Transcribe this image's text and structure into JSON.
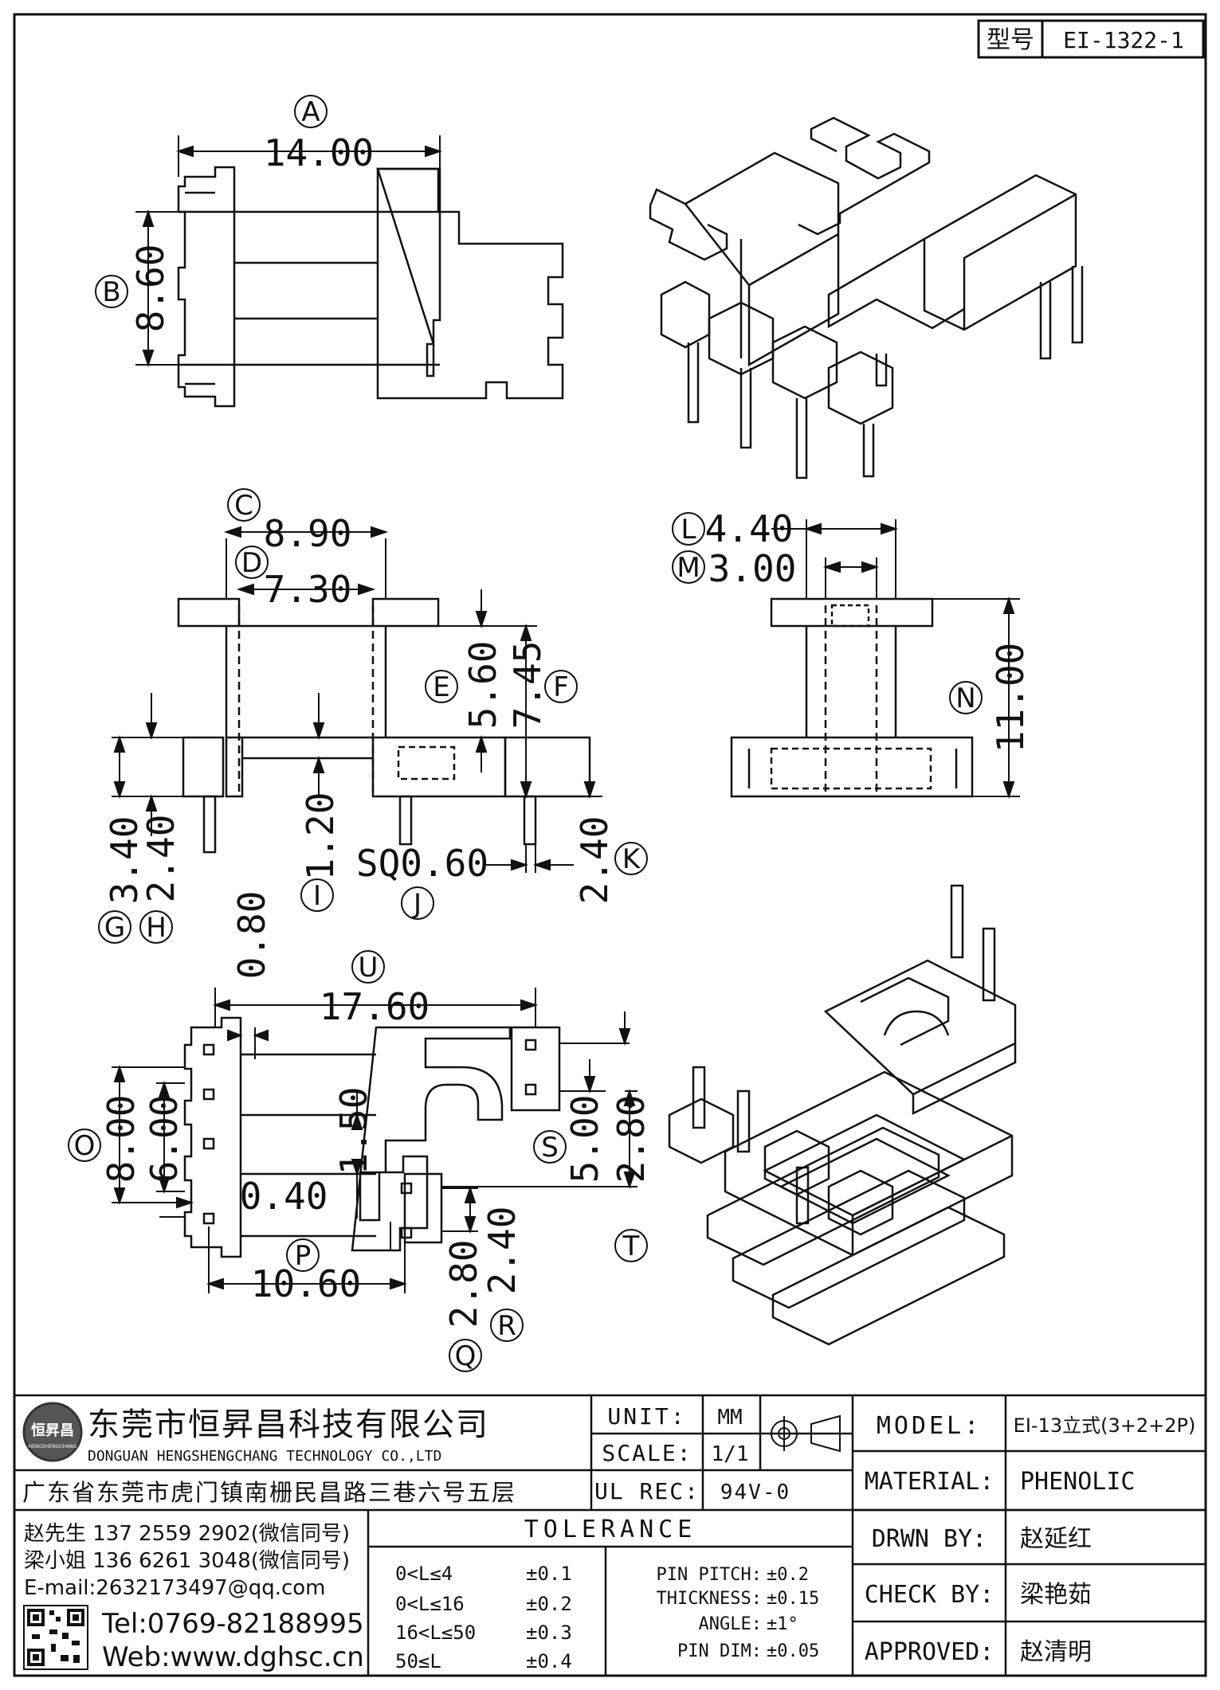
{
  "header": {
    "model_label": "型号",
    "model_code": "EI-1322-1"
  },
  "dims": {
    "A": {
      "tag": "A",
      "value": "14.00"
    },
    "B": {
      "tag": "B",
      "value": "8.60"
    },
    "C": {
      "tag": "C",
      "value": "8.90"
    },
    "D": {
      "tag": "D",
      "value": "7.30"
    },
    "E": {
      "tag": "E",
      "value": "5.60"
    },
    "F": {
      "tag": "F",
      "value": "7.45"
    },
    "G": {
      "tag": "G",
      "value": "3.40"
    },
    "H": {
      "tag": "H",
      "value": "2.40"
    },
    "I": {
      "tag": "I",
      "value": "1.20"
    },
    "J": {
      "tag": "J",
      "value": "SQ0.60"
    },
    "K": {
      "tag": "K",
      "value": "2.40"
    },
    "L": {
      "tag": "L",
      "value": "4.40"
    },
    "M": {
      "tag": "M",
      "value": "3.00"
    },
    "N": {
      "tag": "N",
      "value": "11.00"
    },
    "O": {
      "tag": "O",
      "value": "8.00"
    },
    "O2": {
      "value": "6.00"
    },
    "P": {
      "tag": "P",
      "value": "10.60"
    },
    "P2": {
      "value": "0.40"
    },
    "Q": {
      "tag": "Q",
      "value": "2.80"
    },
    "R": {
      "tag": "R",
      "value": "2.40"
    },
    "S": {
      "tag": "S",
      "value": "5.00"
    },
    "T": {
      "tag": "T",
      "value": "2.80"
    },
    "U": {
      "tag": "U",
      "value": "17.60"
    },
    "U2": {
      "value": "0.80"
    },
    "mid": {
      "value": "1.50"
    }
  },
  "company": {
    "name_cn": "东莞市恒昇昌科技有限公司",
    "name_en": "DONGUAN HENGSHENGCHANG TECHNOLOGY CO.,LTD",
    "address": "广东省东莞市虎门镇南栅民昌路三巷六号五层",
    "contact1": "赵先生 137 2559 2902(微信同号)",
    "contact2": "梁小姐 136 6261 3048(微信同号)",
    "email": "E-mail:2632173497@qq.com",
    "tel": "Tel:0769-82188995",
    "web": "Web:www.dghsc.cn",
    "logo_text": "恒昇昌",
    "logo_sub": "HENGSHENGCHANG"
  },
  "spec": {
    "unit_label": "UNIT:",
    "unit_value": "MM",
    "scale_label": "SCALE:",
    "scale_value": "1/1",
    "ulrec_label": "UL REC:",
    "ulrec_value": "94V-0",
    "model_label": "MODEL:",
    "model_value": "EI-13立式(3+2+2P)",
    "material_label": "MATERIAL:",
    "material_value": "PHENOLIC",
    "drwn_label": "DRWN BY:",
    "drwn_value": "赵延红",
    "check_label": "CHECK BY:",
    "check_value": "梁艳茹",
    "approved_label": "APPROVED:",
    "approved_value": "赵清明"
  },
  "tolerance": {
    "title": "TOLERANCE",
    "rows": [
      {
        "range": "0<L≤4",
        "tol": "±0.1"
      },
      {
        "range": "0<L≤16",
        "tol": "±0.2"
      },
      {
        "range": "16<L≤50",
        "tol": "±0.3"
      },
      {
        "range": "50≤L",
        "tol": "±0.4"
      }
    ],
    "extra": [
      {
        "label": "PIN PITCH:",
        "tol": "±0.2"
      },
      {
        "label": "THICKNESS:",
        "tol": "±0.15"
      },
      {
        "label": "ANGLE:",
        "tol": "±1°"
      },
      {
        "label": "PIN DIM:",
        "tol": "±0.05"
      }
    ]
  }
}
